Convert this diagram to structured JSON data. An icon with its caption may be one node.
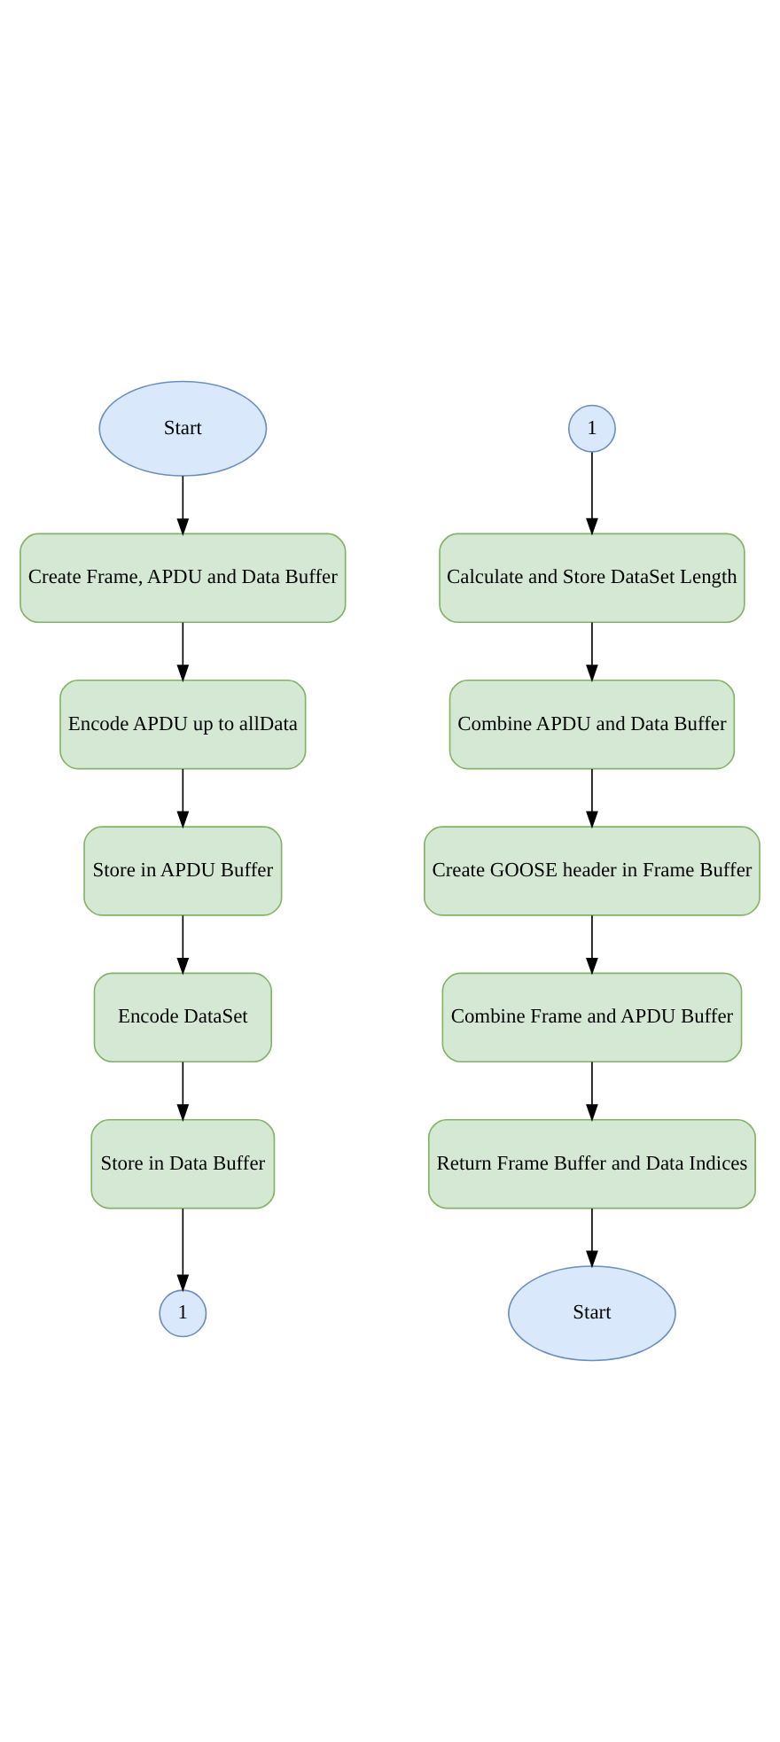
{
  "diagram": {
    "nodes": [
      {
        "text": [
          "Start"
        ]
      },
      {
        "text": [
          "Create Frame, APDU and Data Buffer"
        ]
      },
      {
        "text": [
          "Encode APDU up to allData"
        ]
      },
      {
        "text": [
          "Store in APDU Buffer"
        ]
      },
      {
        "text": [
          "Encode DataSet"
        ]
      },
      {
        "text": [
          "Store in Data Buffer"
        ]
      },
      {
        "text": [
          "1"
        ]
      },
      {
        "text": [
          "1"
        ]
      },
      {
        "text": [
          "Calculate and Store DataSet Length"
        ]
      },
      {
        "text": [
          "Combine APDU and Data Buffer"
        ]
      },
      {
        "text": [
          "Create GOOSE header in Frame Buffer"
        ]
      },
      {
        "text": [
          "Combine Frame and APDU Buffer"
        ]
      },
      {
        "text": [
          "Return Frame Buffer and Data Indices"
        ]
      },
      {
        "text": [
          "Start"
        ]
      }
    ],
    "edges": [
      {
        "from": 0,
        "to": 1,
        "arrow": "to"
      },
      {
        "from": 1,
        "to": 2,
        "arrow": "to"
      },
      {
        "from": 2,
        "to": 3,
        "arrow": "to"
      },
      {
        "from": 3,
        "to": 4,
        "arrow": "to"
      },
      {
        "from": 4,
        "to": 5,
        "arrow": "to"
      },
      {
        "from": 5,
        "to": 6,
        "arrow": "to"
      },
      {
        "from": 7,
        "to": 8,
        "arrow": "to"
      },
      {
        "from": 8,
        "to": 9,
        "arrow": "to"
      },
      {
        "from": 9,
        "to": 10,
        "arrow": "to"
      },
      {
        "from": 10,
        "to": 11,
        "arrow": "to"
      },
      {
        "from": 11,
        "to": 12,
        "arrow": "to"
      },
      {
        "from": 12,
        "to": 13,
        "arrow": "to"
      }
    ]
  }
}
